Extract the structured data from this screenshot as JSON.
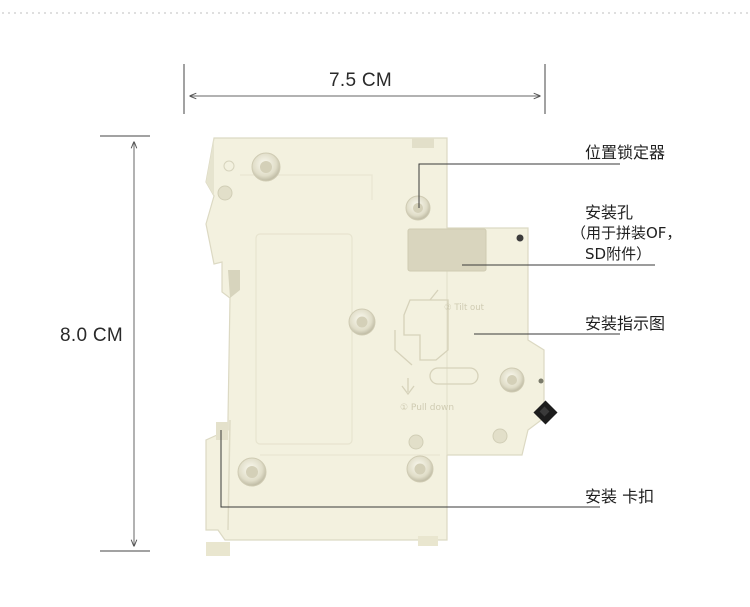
{
  "dimensions": {
    "width_label": "7.5 CM",
    "height_label": "8.0 CM"
  },
  "callouts": {
    "position_locker": "位置锁定器",
    "mount_hole_title": "安装孔",
    "mount_hole_note_1": "（用于拼装OF，",
    "mount_hole_note_2": "SD附件）",
    "install_diagram": "安装指示图",
    "install_clip": "安装 卡扣"
  },
  "device_markings": {
    "step_2": "② Tilt out",
    "step_1": "① Pull down"
  },
  "colors": {
    "body": "#f3f1df",
    "body_shade": "#e6e4cf",
    "window": "#d9d5be",
    "leader": "#3a3a3a",
    "toggle": "#1c1c1c"
  }
}
